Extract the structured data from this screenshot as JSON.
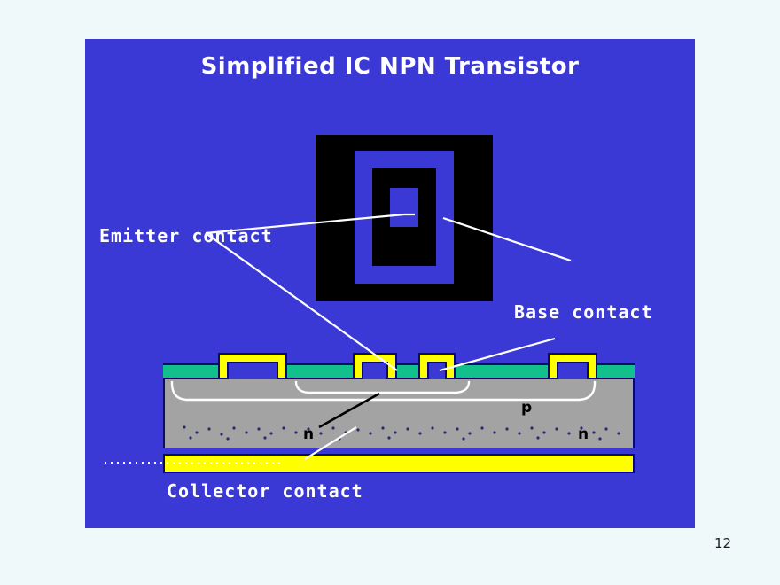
{
  "page": {
    "background_color": "#f0f9fa",
    "page_number": "12"
  },
  "slide": {
    "background_color": "#3b39d6",
    "title": "Simplified IC NPN Transistor",
    "title_color": "#ffffff",
    "labels": {
      "emitter": "Emitter contact",
      "base": "Base contact",
      "collector": "Collector contact"
    }
  },
  "top_view": {
    "description": "plan view of concentric transistor contact rings",
    "outer_region_color": "#000000",
    "ring_color": "#3b39d6",
    "core_color": "#3b39d6"
  },
  "cross_section": {
    "layers": {
      "oxide_color": "#12c08c",
      "metal_color": "#ffff00",
      "silicon_color": "#a3a3a3",
      "back_metal_color": "#ffff00",
      "outline_color": "#0b0b6e",
      "junction_color": "#ffffff"
    },
    "dopant_labels": {
      "n_left": "n",
      "p": "p",
      "n_right": "n"
    }
  }
}
